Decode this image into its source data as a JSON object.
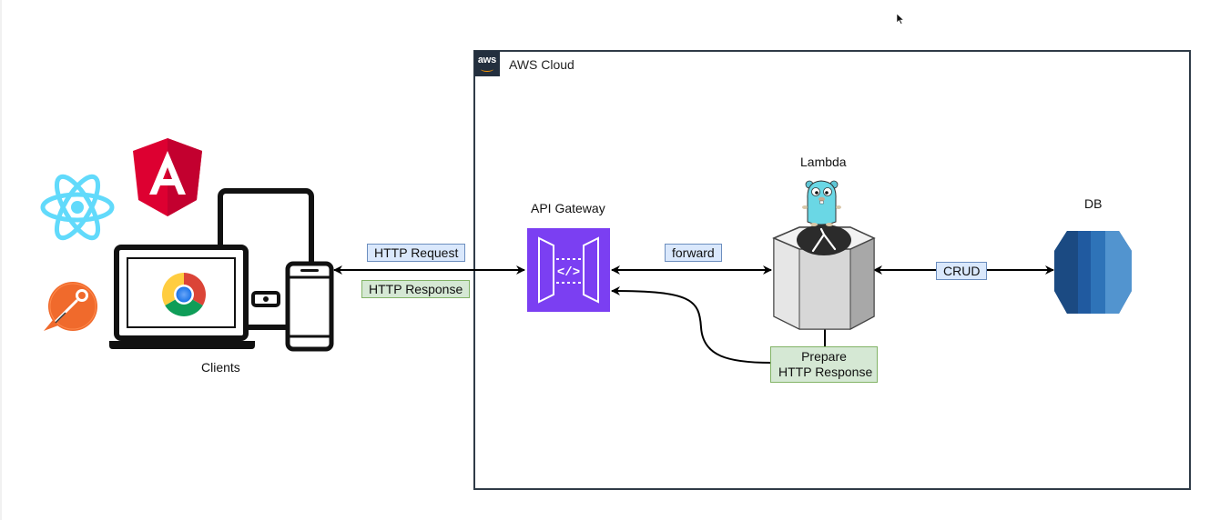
{
  "aws_cloud": {
    "badge": "aws",
    "title": "AWS Cloud"
  },
  "clients": {
    "label": "Clients",
    "icons": [
      "react-icon",
      "angular-icon",
      "postman-icon",
      "chrome-icon",
      "laptop-icon",
      "tablet-icon",
      "phone-icon"
    ]
  },
  "api_gateway": {
    "label": "API Gateway",
    "icon": "api-gateway-icon"
  },
  "lambda": {
    "label": "Lambda",
    "icon": "lambda-icon",
    "mascot": "go-gopher-icon"
  },
  "db": {
    "label": "DB",
    "icon": "database-icon"
  },
  "edges": {
    "http_request": "HTTP Request",
    "http_response": "HTTP Response",
    "forward": "forward",
    "crud": "CRUD",
    "prepare_line1": "Prepare",
    "prepare_line2": "HTTP Response"
  },
  "colors": {
    "api_gateway": "#7b3ff2",
    "blue_tag": "#dae8fc",
    "green_tag": "#d5e8d4",
    "aws_dark": "#232f3e",
    "aws_orange": "#ff9900",
    "db_blue": "#2e73b8"
  }
}
